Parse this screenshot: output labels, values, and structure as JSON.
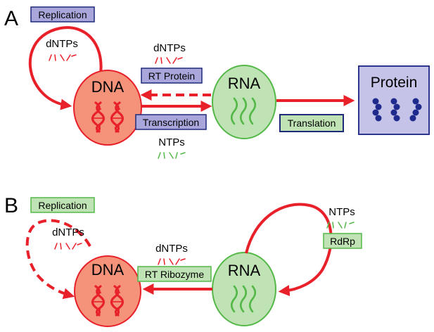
{
  "panel_a": {
    "label": "A",
    "replication_label": "Replication",
    "dntps_top": "dNTPs",
    "dntps_mid": "dNTPs",
    "dna": "DNA",
    "rna": "RNA",
    "protein": "Protein",
    "rt_protein_label": "RT Protein",
    "transcription_label": "Transcription",
    "ntps": "NTPs",
    "translation_label": "Translation"
  },
  "panel_b": {
    "label": "B",
    "replication_label": "Replication",
    "dntps_left": "dNTPs",
    "dntps_mid": "dNTPs",
    "dna": "DNA",
    "rna": "RNA",
    "rt_ribozyme_label": "RT Ribozyme",
    "ntps": "NTPs",
    "rdrp_label": "RdRp"
  },
  "colors": {
    "arrow_red": "#e8202a",
    "dna_fill": "#f4937a",
    "dna_stroke": "#e8202a",
    "rna_fill": "#bfe3b4",
    "rna_stroke": "#54b848",
    "protein_fill": "#c5c3e8",
    "protein_stroke": "#2c3590",
    "label_blue_fill": "#a9a6dc",
    "label_green_fill": "#bfe3b4",
    "label_border_dark": "#1f2a7a",
    "bead_blue": "#1e2a8c"
  }
}
